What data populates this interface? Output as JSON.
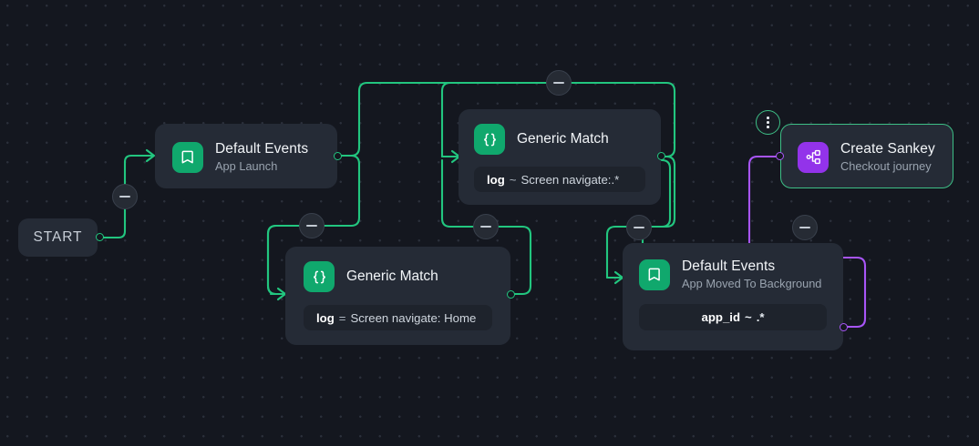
{
  "canvas": {
    "background_color": "#14171f",
    "grid_dot_color": "#2b303b",
    "edge_color_primary": "#22c67f",
    "edge_color_secondary": "#a855f7",
    "accent_green": "#10a86d",
    "accent_purple": "#9333ea"
  },
  "start": {
    "label": "START"
  },
  "nodes": [
    {
      "id": "default-events-app-launch",
      "icon": "bookmark-icon",
      "icon_color": "#10a86d",
      "title": "Default Events",
      "subtitle": "App Launch",
      "condition": null,
      "selected": false
    },
    {
      "id": "generic-match-screen-navigate-regex",
      "icon": "braces-icon",
      "icon_color": "#10a86d",
      "title": "Generic Match",
      "subtitle": null,
      "condition": {
        "key": "log",
        "operator": "~",
        "value": "Screen navigate:.*"
      },
      "selected": false
    },
    {
      "id": "generic-match-screen-navigate-home",
      "icon": "braces-icon",
      "icon_color": "#10a86d",
      "title": "Generic Match",
      "subtitle": null,
      "condition": {
        "key": "log",
        "operator": "=",
        "value": "Screen navigate: Home"
      },
      "selected": false
    },
    {
      "id": "default-events-app-moved-to-background",
      "icon": "bookmark-icon",
      "icon_color": "#10a86d",
      "title": "Default Events",
      "subtitle": "App Moved To Background",
      "condition": {
        "key": "app_id",
        "operator": "~",
        "value": ".*"
      },
      "selected": false
    },
    {
      "id": "create-sankey",
      "icon": "sitemap-icon",
      "icon_color": "#9333ea",
      "title": "Create Sankey",
      "subtitle": "Checkout journey",
      "condition": null,
      "selected": true
    }
  ],
  "collapse_buttons": [
    {
      "id": "collapse-start-branch",
      "icon": "minus-icon"
    },
    {
      "id": "collapse-generic-match-top-loop",
      "icon": "minus-icon"
    },
    {
      "id": "collapse-generic-match-home-branch",
      "icon": "minus-icon"
    },
    {
      "id": "collapse-generic-match-top-lower",
      "icon": "minus-icon"
    },
    {
      "id": "collapse-default-events-background-branch",
      "icon": "minus-icon"
    },
    {
      "id": "collapse-sankey-return",
      "icon": "minus-icon"
    }
  ],
  "sankey_menu": {
    "icon": "kebab-menu-icon",
    "dots": 3
  }
}
